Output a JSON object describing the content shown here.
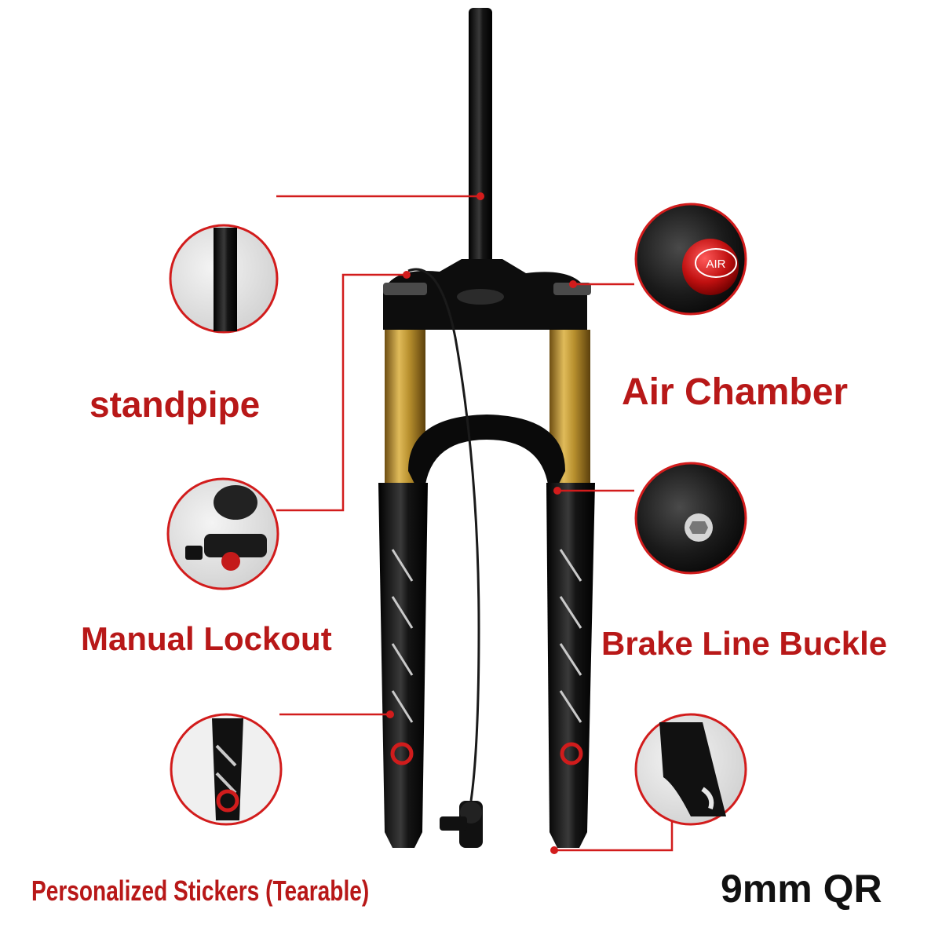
{
  "labels": {
    "standpipe": "standpipe",
    "air_chamber": "Air Chamber",
    "manual_lockout": "Manual Lockout",
    "brake_line_buckle": "Brake Line Buckle",
    "stickers": "Personalized Stickers (Tearable)",
    "qr": "9mm QR"
  },
  "detail_icons": {
    "air_chamber_cap_text": "AIR"
  },
  "colors": {
    "label_red": "#b81818",
    "leader_line": "#d21c1c",
    "stanchion_gold": "#b8902e",
    "body_black": "#111111"
  }
}
